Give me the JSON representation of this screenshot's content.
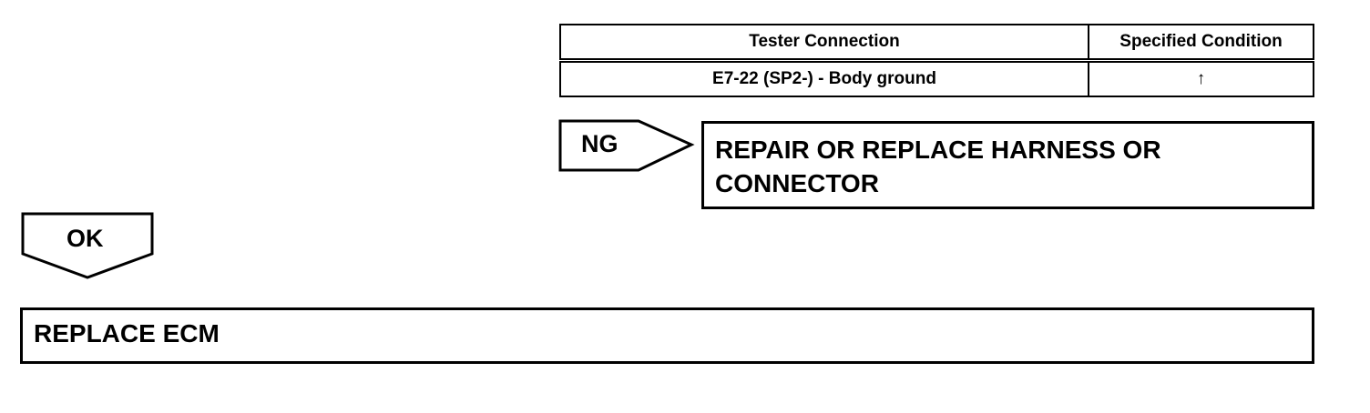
{
  "spec_table": {
    "headers": [
      "Tester Connection",
      "Specified Condition"
    ],
    "rows": [
      [
        "E7-22 (SP2-) - Body ground",
        "↑"
      ]
    ]
  },
  "ng_branch": {
    "label": "NG",
    "result": "REPAIR OR REPLACE HARNESS OR CONNECTOR"
  },
  "ok_branch": {
    "label": "OK",
    "result": "REPLACE ECM"
  }
}
